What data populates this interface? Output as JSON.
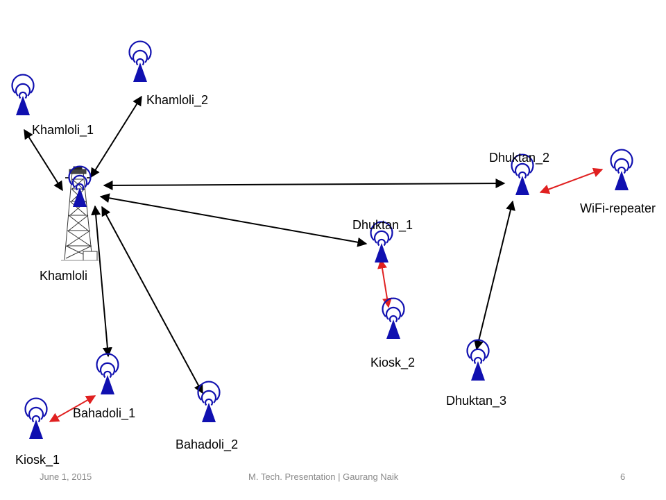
{
  "nodes": {
    "khamloli": {
      "label": "Khamloli"
    },
    "khamloli_1": {
      "label": "Khamloli_1"
    },
    "khamloli_2": {
      "label": "Khamloli_2"
    },
    "bahadoli_1": {
      "label": "Bahadoli_1"
    },
    "bahadoli_2": {
      "label": "Bahadoli_2"
    },
    "kiosk_1": {
      "label": "Kiosk_1"
    },
    "dhuktan_1": {
      "label": "Dhuktan_1"
    },
    "kiosk_2": {
      "label": "Kiosk_2"
    },
    "dhuktan_2": {
      "label": "Dhuktan_2"
    },
    "dhuktan_3": {
      "label": "Dhuktan_3"
    },
    "wifi_repeater": {
      "label": "WiFi-repeater"
    }
  },
  "links": [
    {
      "from": "khamloli",
      "to": "khamloli_1",
      "color": "#000000"
    },
    {
      "from": "khamloli",
      "to": "khamloli_2",
      "color": "#000000"
    },
    {
      "from": "khamloli",
      "to": "dhuktan_2",
      "color": "#000000"
    },
    {
      "from": "khamloli",
      "to": "dhuktan_1",
      "color": "#000000"
    },
    {
      "from": "khamloli",
      "to": "bahadoli_1",
      "color": "#000000"
    },
    {
      "from": "khamloli",
      "to": "bahadoli_2",
      "color": "#000000"
    },
    {
      "from": "dhuktan_2",
      "to": "dhuktan_3",
      "color": "#000000"
    },
    {
      "from": "dhuktan_2",
      "to": "wifi_repeater",
      "color": "#e02020"
    },
    {
      "from": "dhuktan_1",
      "to": "kiosk_2",
      "color": "#e02020"
    },
    {
      "from": "bahadoli_1",
      "to": "kiosk_1",
      "color": "#e02020"
    }
  ],
  "colors": {
    "antenna": "#1010b0",
    "link": "#000000",
    "local_link": "#e02020",
    "footer_text": "#8a8a8a"
  },
  "footer": {
    "date": "June 1, 2015",
    "title": "M. Tech. Presentation | Gaurang Naik",
    "page": "6"
  }
}
